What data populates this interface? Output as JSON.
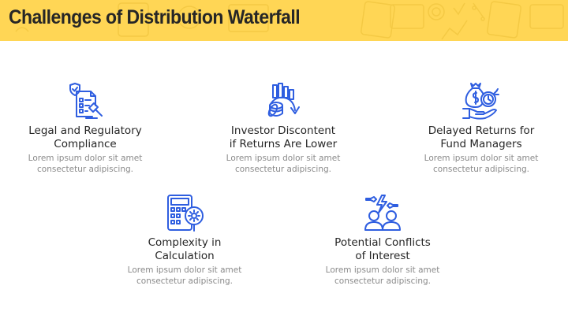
{
  "header": {
    "title": "Challenges of Distribution Waterfall",
    "background_color": "#ffd655"
  },
  "accent_color": "#2f5ee0",
  "cards": [
    {
      "icon": "legal-checklist-gavel-icon",
      "heading_line1": "Legal and Regulatory",
      "heading_line2": "Compliance",
      "desc_line1": "Lorem ipsum dolor sit amet",
      "desc_line2": "consectetur adipiscing."
    },
    {
      "icon": "declining-returns-coins-icon",
      "heading_line1": "Investor Discontent",
      "heading_line2": "if Returns Are Lower",
      "desc_line1": "Lorem ipsum dolor sit amet",
      "desc_line2": "consectetur adipiscing."
    },
    {
      "icon": "money-bag-clock-hand-icon",
      "heading_line1": "Delayed Returns for",
      "heading_line2": "Fund Managers",
      "desc_line1": "Lorem ipsum dolor sit amet",
      "desc_line2": "consectetur adipiscing."
    },
    {
      "icon": "calculator-gear-magnifier-icon",
      "heading_line1": "Complexity in",
      "heading_line2": "Calculation",
      "desc_line1": "Lorem ipsum dolor sit amet",
      "desc_line2": "consectetur adipiscing."
    },
    {
      "icon": "people-conflict-lightning-icon",
      "heading_line1": "Potential Conflicts",
      "heading_line2": "of Interest",
      "desc_line1": "Lorem ipsum dolor sit amet",
      "desc_line2": "consectetur adipiscing."
    }
  ]
}
